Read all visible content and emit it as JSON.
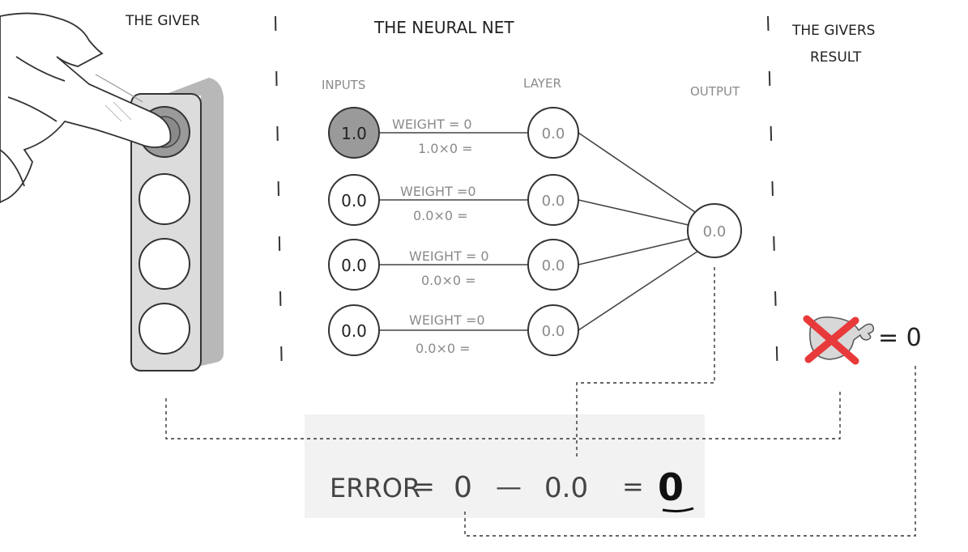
{
  "sections": {
    "giver": "THE GIVER",
    "neural_net": "THE NEURAL NET",
    "result_line1": "THE GIVERS",
    "result_line2": "RESULT"
  },
  "columns": {
    "inputs": "INPUTS",
    "layer": "LAYER",
    "output": "OUTPUT"
  },
  "inputs": [
    {
      "value": "1.0",
      "active": true,
      "weight_label": "WEIGHT = 0",
      "calc": "1.0×0 =",
      "layer": "0.0"
    },
    {
      "value": "0.0",
      "active": false,
      "weight_label": "WEIGHT =0",
      "calc": "0.0×0 =",
      "layer": "0.0"
    },
    {
      "value": "0.0",
      "active": false,
      "weight_label": "WEIGHT = 0",
      "calc": "0.0×0 =",
      "layer": "0.0"
    },
    {
      "value": "0.0",
      "active": false,
      "weight_label": "WEIGHT =0",
      "calc": "0.0×0 =",
      "layer": "0.0"
    }
  ],
  "output_value": "0.0",
  "result": {
    "equals": "= 0"
  },
  "error": {
    "label": "ERROR",
    "eq1": "=",
    "target": "0",
    "minus": "—",
    "output": "0.0",
    "eq2": "=",
    "value": "0"
  },
  "colors": {
    "ink": "#222222",
    "grey_ink": "#8a8a8a",
    "active_button": "#9a9a9a",
    "panel": "#dcdcdc",
    "panel_shadow": "#b8b8b8",
    "cross": "#e83a3a",
    "error_box": "#f2f2f2"
  },
  "icons": [
    "hand-pressing-icon",
    "chicken-leg-crossed-icon"
  ]
}
